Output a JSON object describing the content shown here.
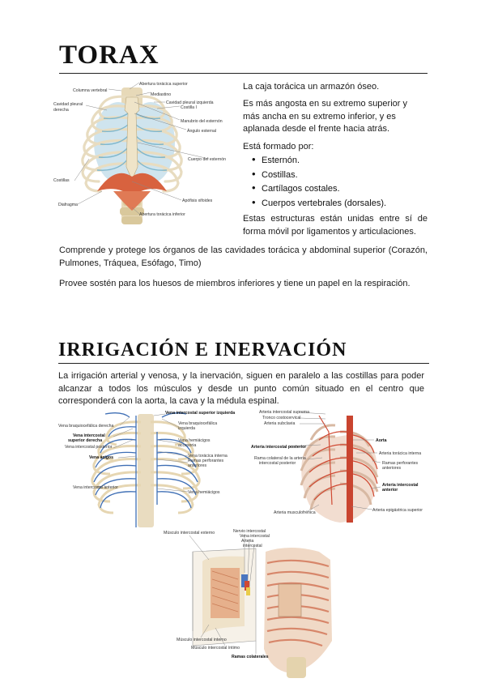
{
  "section1": {
    "title": "TORAX",
    "intro": "La caja torácica un armazón óseo.",
    "shape": "Es más angosta en su extremo superior y más ancha en su extremo inferior, y es aplanada desde el frente hacia atrás.",
    "formed_by": "Está formado por:",
    "items": [
      "Esternón.",
      "Costillas.",
      "Cartílagos costales.",
      "Cuerpos vertebrales (dorsales)."
    ],
    "joined": "Estas estructuras están unidas entre sí de forma móvil por ligamentos y articulaciones.",
    "protects": "Comprende y protege los órganos de las cavidades torácica y abdominal superior (Corazón, Pulmones, Tráquea, Esófago, Timo)",
    "support": "Provee sostén para los huesos de miembros inferiores y tiene un papel en la respiración.",
    "figure_labels": {
      "abertura_sup": "Abertura torácica superior",
      "columna": "Columna vertebral",
      "mediastino": "Mediastino",
      "cavidad_der": "Cavidad pleural",
      "cavidad_der2": "derecha",
      "cavidad_izq": "Cavidad pleural izquierda",
      "costilla1": "Costilla I",
      "manubrio": "Manubrio del esternón",
      "angulo": "Ángulo esternal",
      "cuerpo": "Cuerpo del esternón",
      "costillas": "Costillas",
      "apofisis": "Apófisis xifoides",
      "diafragma": "Diafragma",
      "abertura_inf": "Abertura torácica inferior"
    }
  },
  "section2": {
    "title": "IRRIGACIÓN E INERVACIÓN",
    "text": "La irrigación arterial y venosa, y la inervación, siguen en paralelo a las costillas para poder alcanzar a todos los músculos y desde un punto común situado en el centro que corresponderá con la aorta, la cava y la médula espinal.",
    "fig_veins": {
      "l1": "Vena intercostal superior izquierda",
      "l2": "Vena braquiocefálica derecha",
      "l3": "Vena braquiocefálica",
      "l3b": "izquierda",
      "l4": "Vena intercostal",
      "l4b": "superior derecha",
      "l5": "Vena intercostal posterior",
      "l6": "Vena hemiácigos",
      "l6b": "accesoria",
      "l7": "Vena ácigos",
      "l8": "Vena torácica interna",
      "l9": "Ramas perforantes",
      "l9b": "anteriores",
      "l10": "Vena intercostal anterior",
      "l11": "Vena hemiácigos"
    },
    "fig_arteries": {
      "a1": "Arteria intercostal suprema",
      "a2": "Tronco costocervical",
      "a3": "Arteria subclavia",
      "a4": "Aorta",
      "a5": "Arteria intercostal posterior",
      "a6": "Arteria torácica interna",
      "a7": "Rama colateral de la arteria",
      "a7b": "intercostal posterior",
      "a8": "Ramas perforantes",
      "a8b": "anteriores",
      "a9": "Arteria intercostal",
      "a9b": "anterior",
      "a10": "Arteria musculofrénica",
      "a11": "Arteria epigástrica superior"
    },
    "fig_nerves": {
      "n1": "Músculo intercostal externo",
      "n2": "Nervio intercostal",
      "n3": "Vena intercostal",
      "n4": "Arteria",
      "n5": "intercostal",
      "n6": "Músculo intercostal interno",
      "n7": "Músculo intercostal íntimo",
      "n8": "Ramas colaterales"
    }
  }
}
